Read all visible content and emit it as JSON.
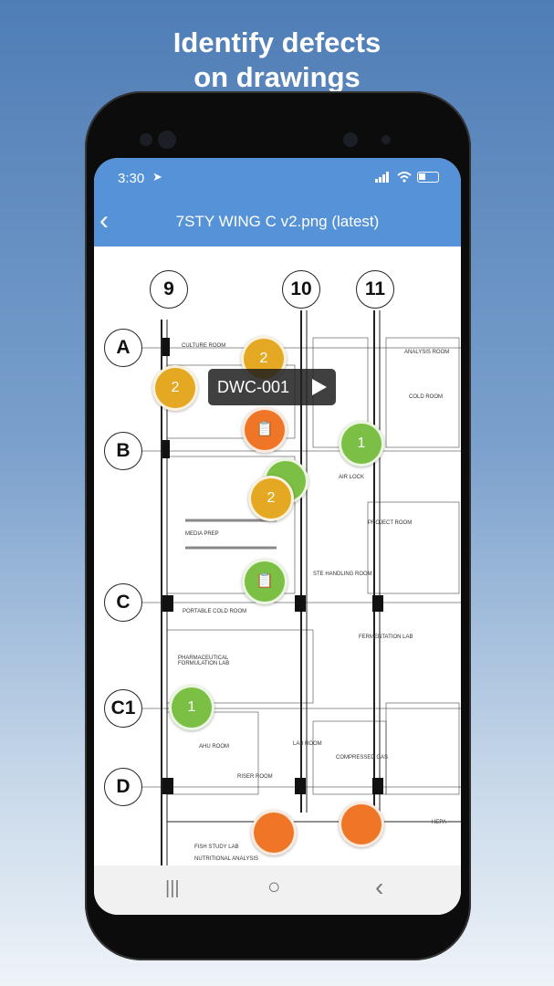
{
  "headline": {
    "line1": "Identify defects",
    "line2": "on drawings"
  },
  "status": {
    "time": "3:30"
  },
  "nav": {
    "title": "7STY WING C v2.png (latest)",
    "back_icon": "chevron-left"
  },
  "grid": {
    "columns": [
      "9",
      "10",
      "11"
    ],
    "rows": [
      "A",
      "B",
      "C",
      "C1",
      "D"
    ]
  },
  "rooms": [
    "CULTURE ROOM",
    "COLD ROOM",
    "ANALYSIS ROOM",
    "PROJECT ROOM",
    "AIR LOCK",
    "MEDIA PREP",
    "STE HANDLING ROOM",
    "PORTABLE COLD ROOM",
    "PHARMACEUTICAL FORMULATION LAB",
    "FERMENTATION LAB",
    "AHU ROOM",
    "RISER ROOM",
    "LAB ROOM",
    "COMPRESSED GAS",
    "NUTRITIONAL ANALYSIS",
    "FISH STUDY LAB",
    "HEPA"
  ],
  "markers": [
    {
      "label": "2",
      "color": "#E5A823"
    },
    {
      "label": "2",
      "color": "#E5A823"
    },
    {
      "label": "",
      "icon": "clipboard",
      "color": "#EE7626"
    },
    {
      "label": "1",
      "color": "#7BBF44"
    },
    {
      "label": "",
      "color": "#7BBF44"
    },
    {
      "label": "2",
      "color": "#E5A823"
    },
    {
      "label": "",
      "icon": "clipboard",
      "color": "#7BBF44"
    },
    {
      "label": "1",
      "color": "#7BBF44"
    },
    {
      "label": "",
      "color": "#EE7626"
    },
    {
      "label": "",
      "color": "#EE7626"
    }
  ],
  "tooltip": {
    "label": "DWC-001"
  },
  "bottom_nav": {
    "recent": "|||",
    "home": "○",
    "back": "‹"
  },
  "colors": {
    "header": "#5592d8",
    "amber": "#E5A823",
    "orange": "#EE7626",
    "green": "#7BBF44"
  }
}
